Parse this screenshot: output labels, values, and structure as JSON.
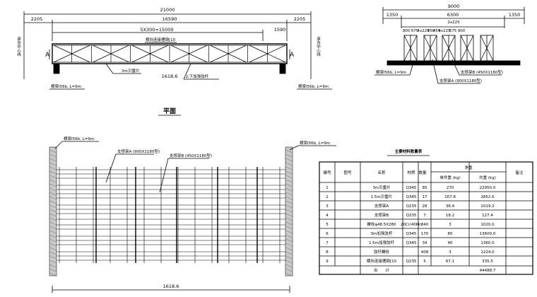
{
  "elevation": {
    "dims": {
      "total": "21000",
      "left_margin": "2205",
      "middle": "16590",
      "right_margin": "2205",
      "span": "5X300=15000",
      "end_offset": "1590"
    },
    "labels": {
      "bracing": "横向连接槽钢[10",
      "panel": "3m贝雷片",
      "upper_lower_chord": "上下加强弦杆",
      "height": "1618.6",
      "abutment_left": "承台中心线",
      "abutment_right": "承台中心线",
      "pile_left": "横梁I56b, L=9m",
      "pile_right": "横梁I56b, L=9m"
    }
  },
  "section": {
    "dims": {
      "total": "9000",
      "left": "1350",
      "middle": "6300",
      "right": "1350",
      "sub": [
        "900",
        "675",
        "4x225",
        "450",
        "450",
        "4x225",
        "675",
        "900"
      ],
      "top_sub": "2x225"
    },
    "labels": {
      "pile": "横梁I56b, L=9m",
      "support_b": "支撑架B (450X1180型)",
      "support_a": "支撑架A (900X1180型)"
    }
  },
  "plan": {
    "title": "平面",
    "height": "1618.6",
    "labels": {
      "pile_left": "横梁I56b, L=9m",
      "pile_right": "横梁I56b, L=9m",
      "support_a": "支撑架A (900X1180型)",
      "support_b": "支撑架B (450X1180型)"
    }
  },
  "table": {
    "title": "主要材料数量表",
    "headers": {
      "no": "编号",
      "drawing": "图号",
      "name": "名称",
      "material": "材质",
      "qty": "数量",
      "weight": "净重",
      "unit_weight": "单件重 (kg)",
      "total_weight": "共重 (kg)",
      "remark": "备注"
    },
    "rows": [
      [
        "1",
        "",
        "3m贝雷片",
        "Q345",
        "85",
        "270",
        "22950.0",
        ""
      ],
      [
        "2",
        "",
        "1.5m贝雷片",
        "Q345",
        "17",
        "167.8",
        "2852.6",
        ""
      ],
      [
        "3",
        "",
        "支撑架A",
        "Q235",
        "28",
        "36.4",
        "1019.2",
        ""
      ],
      [
        "4",
        "",
        "支撑架B",
        "Q235",
        "7",
        "18.2",
        "127.4",
        ""
      ],
      [
        "5",
        "",
        "螺栓φ48.5X280",
        "20Cr/40Mn",
        "340",
        "3",
        "1020.0",
        ""
      ],
      [
        "6",
        "",
        "3m加强弦杆",
        "Q345",
        "170",
        "80",
        "13600.0",
        ""
      ],
      [
        "7",
        "",
        "1.5m加强弦杆",
        "Q345",
        "34",
        "40",
        "1360.0",
        ""
      ],
      [
        "8",
        "",
        "弦杆螺栓",
        "",
        "408",
        "3",
        "1224.0",
        ""
      ],
      [
        "9",
        "",
        "横向连接槽钢[10",
        "Q235",
        "5",
        "67.1",
        "335.5",
        ""
      ]
    ],
    "total_label": "合　　计",
    "total_value": "44488.7"
  }
}
